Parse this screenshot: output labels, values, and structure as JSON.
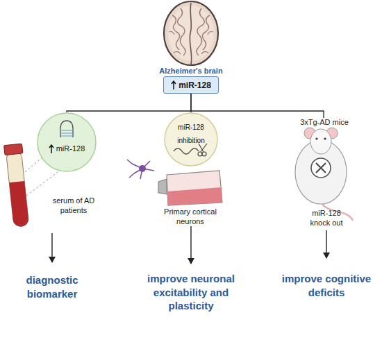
{
  "diagram": {
    "nodes": [
      {
        "text": [
          "miR-128"
        ]
      },
      {
        "text": [
          "miR-128"
        ]
      },
      {
        "text": [
          "miR-128 inhibition"
        ]
      }
    ],
    "edges": [
      {
        "from": 0,
        "to": 1,
        "arrow": "none"
      },
      {
        "from": 0,
        "to": 2,
        "arrow": "none"
      }
    ],
    "labels": [
      "Alzheimer's brain",
      "serum of AD patients",
      "diagnostic biomarker",
      "Primary cortical neurons",
      "improve neuronal excitability and plasticity",
      "3xTg-AD mice",
      "miR-128 knock out",
      "improve cognitive deficits"
    ]
  }
}
